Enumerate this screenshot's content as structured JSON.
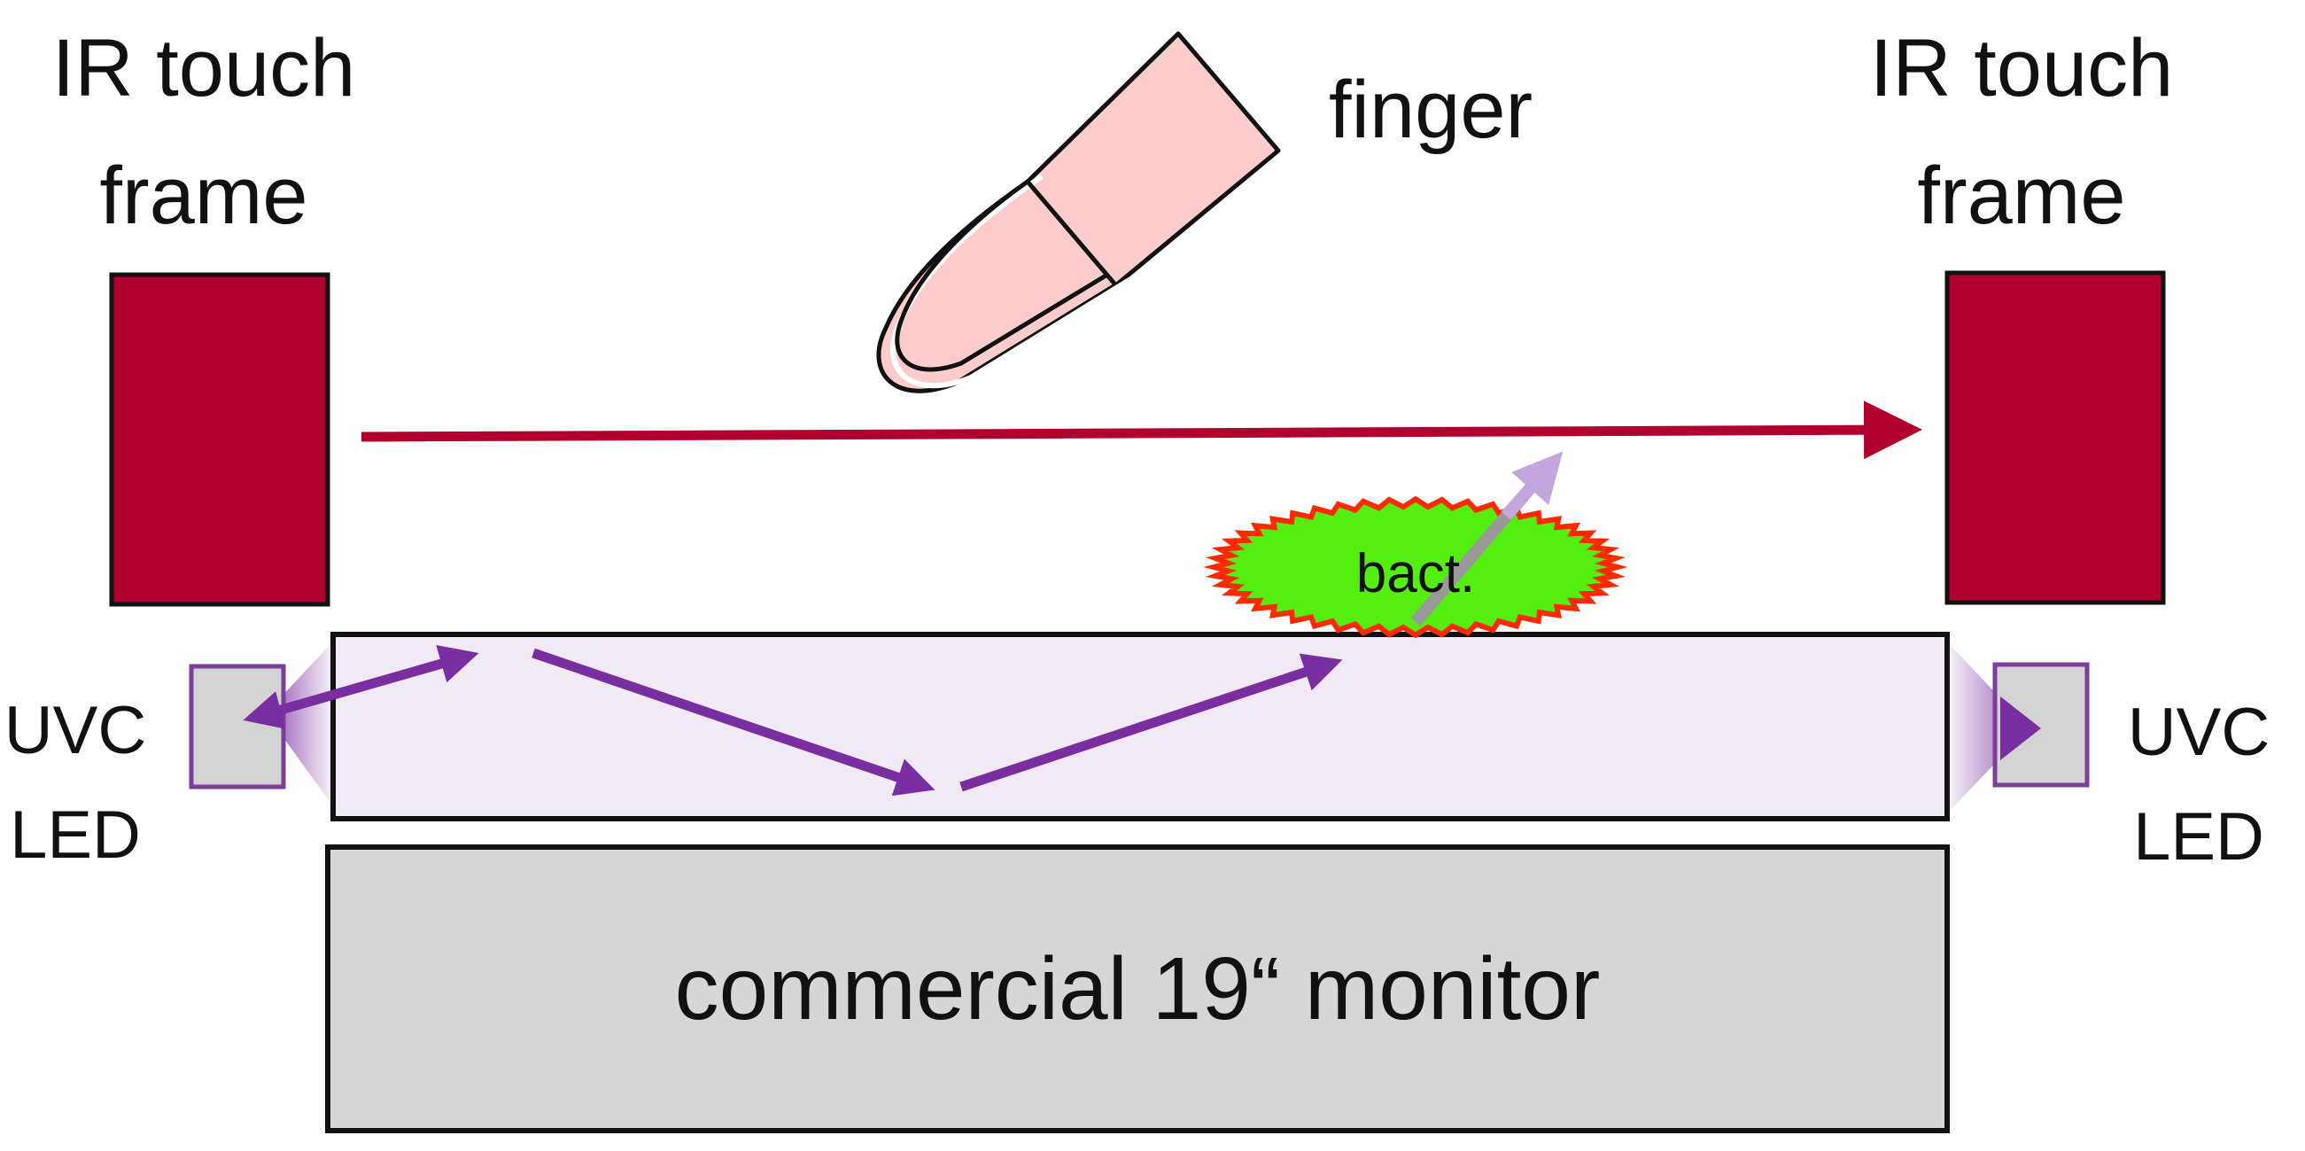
{
  "labels": {
    "ir_frame_left": [
      "IR touch",
      "frame"
    ],
    "ir_frame_right": [
      "IR touch",
      "frame"
    ],
    "finger": "finger",
    "uvc_led_left": [
      "UVC",
      "LED"
    ],
    "uvc_led_right": [
      "UVC",
      "LED"
    ],
    "bacteria": "bact.",
    "monitor": "commercial 19“ monitor"
  },
  "colors": {
    "ir_frame": "#b0002e",
    "ir_beam": "#b0002e",
    "uv_light": "#7a2fa0",
    "uv_scatter": "#c3a6dd",
    "glass": "#f1eaf6",
    "led_box": "#d3d3d3",
    "led_border": "#7b3f9b",
    "monitor": "#d6d6d6",
    "finger": "#ffcccc",
    "bacteria_fill": "#55ee11",
    "bacteria_edge": "#ff2a00"
  }
}
